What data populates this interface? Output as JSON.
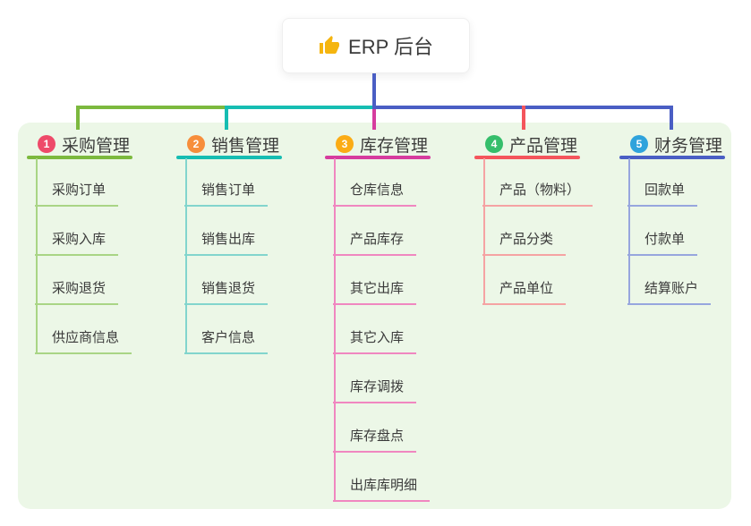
{
  "root": {
    "label": "ERP 后台",
    "icon": "thumbs-up-icon",
    "icon_color": "#f5b50f",
    "trunk_color": "#4a5ec4"
  },
  "panel_color": "#ecf7e7",
  "branches": [
    {
      "badge": "1",
      "title": "采购管理",
      "color": "#7cb93e",
      "light_color": "#a9d585",
      "badge_color": "#ee4a69",
      "items": [
        "采购订单",
        "采购入库",
        "采购退货",
        "供应商信息"
      ]
    },
    {
      "badge": "2",
      "title": "销售管理",
      "color": "#16bdb2",
      "light_color": "#82d5cd",
      "badge_color": "#f78e3b",
      "items": [
        "销售订单",
        "销售出库",
        "销售退货",
        "客户信息"
      ]
    },
    {
      "badge": "3",
      "title": "库存管理",
      "color": "#d63c9e",
      "light_color": "#f087c0",
      "badge_color": "#fbac15",
      "items": [
        "仓库信息",
        "产品库存",
        "其它出库",
        "其它入库",
        "库存调拨",
        "库存盘点",
        "出库库明细"
      ]
    },
    {
      "badge": "4",
      "title": "产品管理",
      "color": "#f4555c",
      "light_color": "#f5a3a3",
      "badge_color": "#35be6b",
      "items": [
        "产品（物料）",
        "产品分类",
        "产品单位"
      ]
    },
    {
      "badge": "5",
      "title": "财务管理",
      "color": "#4a5ec4",
      "light_color": "#97a6de",
      "badge_color": "#2fa3dc",
      "items": [
        "回款单",
        "付款单",
        "结算账户"
      ]
    }
  ]
}
